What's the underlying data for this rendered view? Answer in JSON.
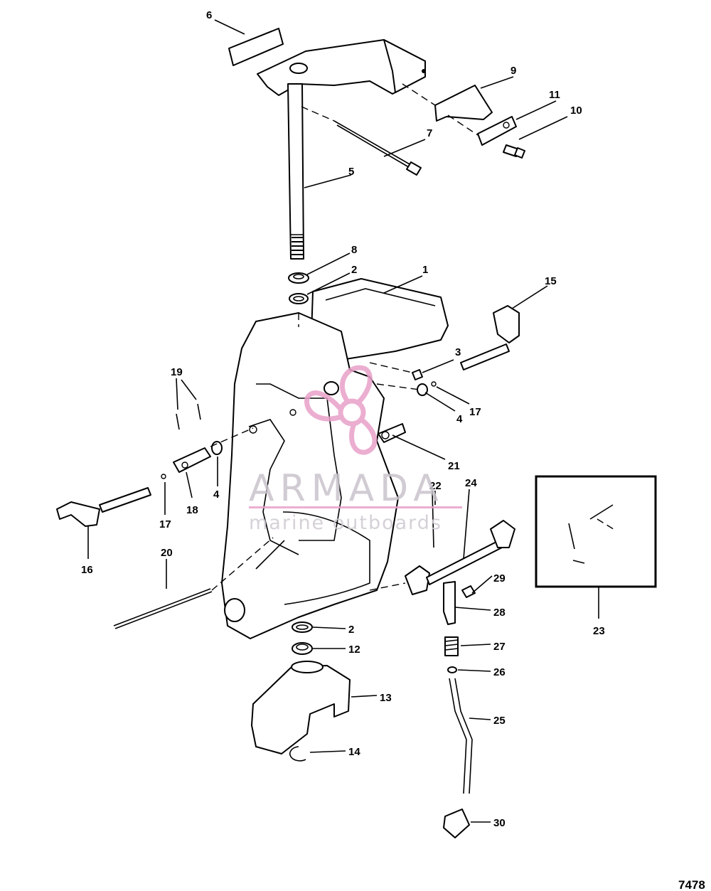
{
  "callouts": [
    "1",
    "2",
    "3",
    "4",
    "5",
    "6",
    "7",
    "8",
    "9",
    "10",
    "11",
    "12",
    "13",
    "14",
    "15",
    "16",
    "17",
    "18",
    "19",
    "20",
    "21",
    "22",
    "23",
    "24",
    "25",
    "26",
    "27",
    "28",
    "29",
    "30"
  ],
  "callout_extra": {
    "c2b": "2",
    "c4b": "4",
    "c17b": "17"
  },
  "watermark": {
    "brand": "ARMADA",
    "tagline": "marine outboards",
    "accent": "#e8a0c8"
  },
  "figure_number": "7478"
}
